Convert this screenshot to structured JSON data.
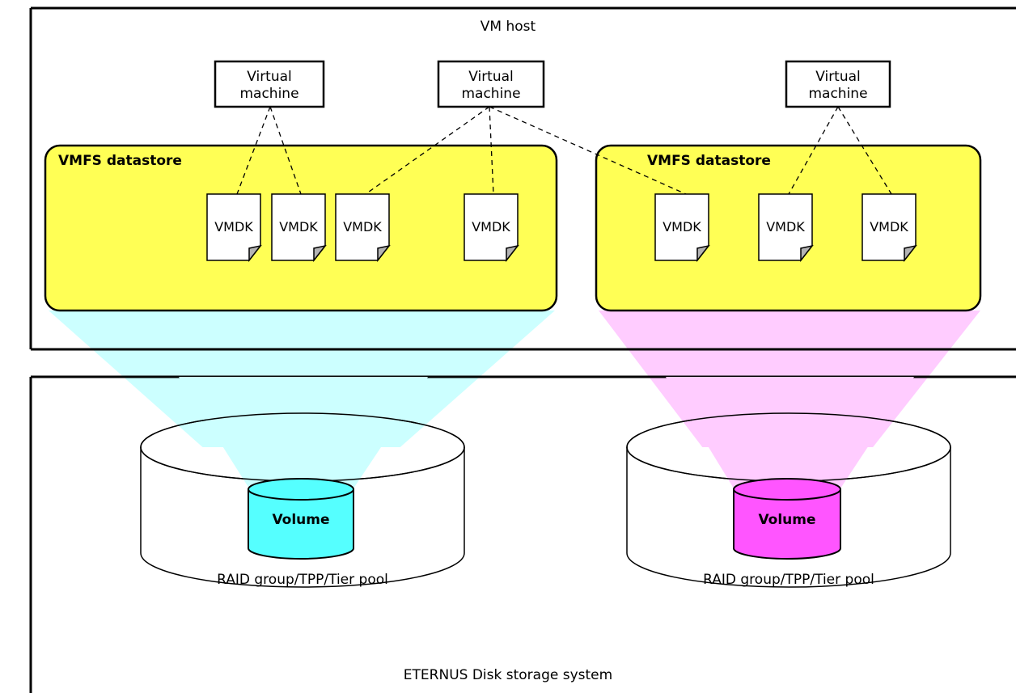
{
  "vm_host": {
    "label": "VM host"
  },
  "storage_system": {
    "label": "ETERNUS Disk storage system"
  },
  "virtual_machines": [
    {
      "line1": "Virtual",
      "line2": "machine"
    },
    {
      "line1": "Virtual",
      "line2": "machine"
    },
    {
      "line1": "Virtual",
      "line2": "machine"
    }
  ],
  "datastores": [
    {
      "label": "VMFS datastore",
      "fill": "#ffff55"
    },
    {
      "label": "VMFS datastore",
      "fill": "#ffff55"
    }
  ],
  "vmdk_label": "VMDK",
  "pools": [
    {
      "label": "RAID group/TPP/Tier pool"
    },
    {
      "label": "RAID group/TPP/Tier pool"
    }
  ],
  "volumes": [
    {
      "label": "Volume",
      "fill": "#55ffff",
      "projection_color": "#ccffff"
    },
    {
      "label": "Volume",
      "fill": "#ff55ff",
      "projection_color": "#ffccff"
    }
  ]
}
